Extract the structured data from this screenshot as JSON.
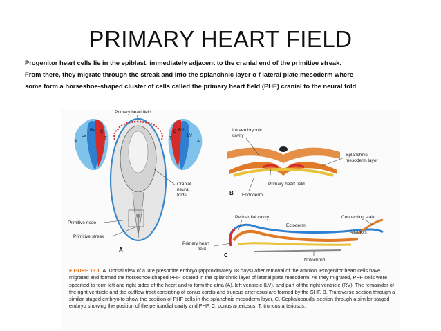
{
  "title": "PRIMARY HEART FIELD",
  "intro_lines": [
    "Progenitor heart cells lie in the epiblast, immediately adjacent to the cranial end of the primitive streak.",
    "From there, they migrate through the streak and into the splanchnic layer o f lateral plate mesoderm where",
    "some form a horseshoe-shaped cluster of cells called the primary heart field (PHF) cranial to the neural fold"
  ],
  "figure": {
    "panel_a": {
      "primary_heart_field": "Primary heart field",
      "cranial": "Cranial",
      "neural": "neural",
      "folds": "folds",
      "primitive_node": "Primitive node",
      "primitive_streak": "Primitive streak",
      "panel_letter": "A"
    },
    "left_schematic": {
      "a": "A",
      "lv": "LV",
      "rv": "RV",
      "c": "C",
      "t": "T"
    },
    "right_schematic": {
      "t": "T",
      "c": "C",
      "rv": "RV",
      "lv": "LV",
      "a": "A"
    },
    "panel_b": {
      "intraembryonic": "Intraembryonic",
      "cavity": "cavity",
      "splanchnic": "Splanchnic",
      "mesoderm_layer": "mesoderm layer",
      "primary_heart_field": "Primary heart field",
      "endoderm": "Endoderm",
      "panel_letter": "B"
    },
    "panel_c": {
      "pericardial_cavity": "Pericardial cavity",
      "connecting_stalk": "Connecting stalk",
      "ectoderm": "Ectoderm",
      "allantois": "Allantois",
      "primary_heart": "Primary heart",
      "field": "field",
      "notochord": "Notochord",
      "panel_letter": "C"
    }
  },
  "caption": {
    "label": "FIGURE 13.1",
    "text": "A. Dorsal view of a late presomite embryo (approximately 18 days) after removal of the amnion. Progenitor heart cells have migrated and formed the horseshoe-shaped PHF located in the splanchnic layer of lateral plate mesoderm. As they migrated, PHF cells were specified to form left and right sides of the heart and to form the atria (A), left ventricle (LV), and part of the right ventricle (RV). The remainder of the right ventricle and the outflow tract consisting of conus cordis and truncus arteriosus are formed by the SHF. B. Transverse section through a similar-staged embryo to show the position of PHF cells in the splanchnic mesoderm layer. C. Cephalocaudal section through a similar-staged embryo showing the position of the pericardial cavity and PHF. C, conus arteriosus; T, truncus arteriosus."
  },
  "colors": {
    "primary_heart_field_red": "#d62b2b",
    "atrium_blue": "#2f7fd0",
    "light_blue": "#7fc3ec",
    "mesoderm_orange": "#e07a26",
    "endoderm_yellow": "#e8c33a",
    "caption_accent": "#e4701d"
  }
}
